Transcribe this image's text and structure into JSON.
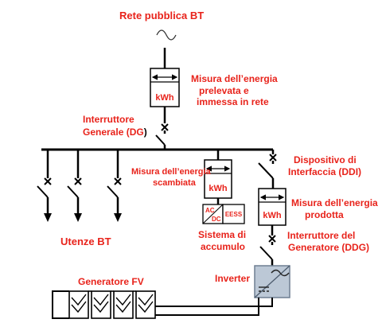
{
  "labels": {
    "grid": "Rete pubblica BT",
    "meter_grid_l1": "Misura dell’energia",
    "meter_grid_l2": "prelevata e",
    "meter_grid_l3": "immessa in rete",
    "main_switch_l1": "Interruttore",
    "main_switch_l2": "Generale (DG",
    "main_switch_l2_end": ")",
    "loads": "Utenze BT",
    "meter_exchange_l1": "Misura dell’energia",
    "meter_exchange_l2": "scambiata",
    "storage_l1": "Sistema di",
    "storage_l2": "accumulo",
    "interface_l1": "Dispositivo di",
    "interface_l2": "Interfaccia (DDI)",
    "meter_prod_l1": "Misura dell’energia",
    "meter_prod_l2": "prodotta",
    "gen_switch_l1": "Interruttore del",
    "gen_switch_l2": "Generatore (DDG)",
    "inverter": "Inverter",
    "pv": "Generatore FV"
  },
  "meters": {
    "unit": "kWh"
  },
  "storage_box": {
    "ac": "AC",
    "dc": "DC",
    "eess": "EESS"
  },
  "colors": {
    "label": "#e8231b",
    "line": "#000000",
    "inverter_fill": "#bcc8d6"
  },
  "icons": {
    "grid": "ac-source-icon",
    "meter": "energy-meter-icon",
    "switch": "circuit-breaker-icon",
    "inverter": "inverter-icon",
    "pv": "pv-module-icon"
  }
}
